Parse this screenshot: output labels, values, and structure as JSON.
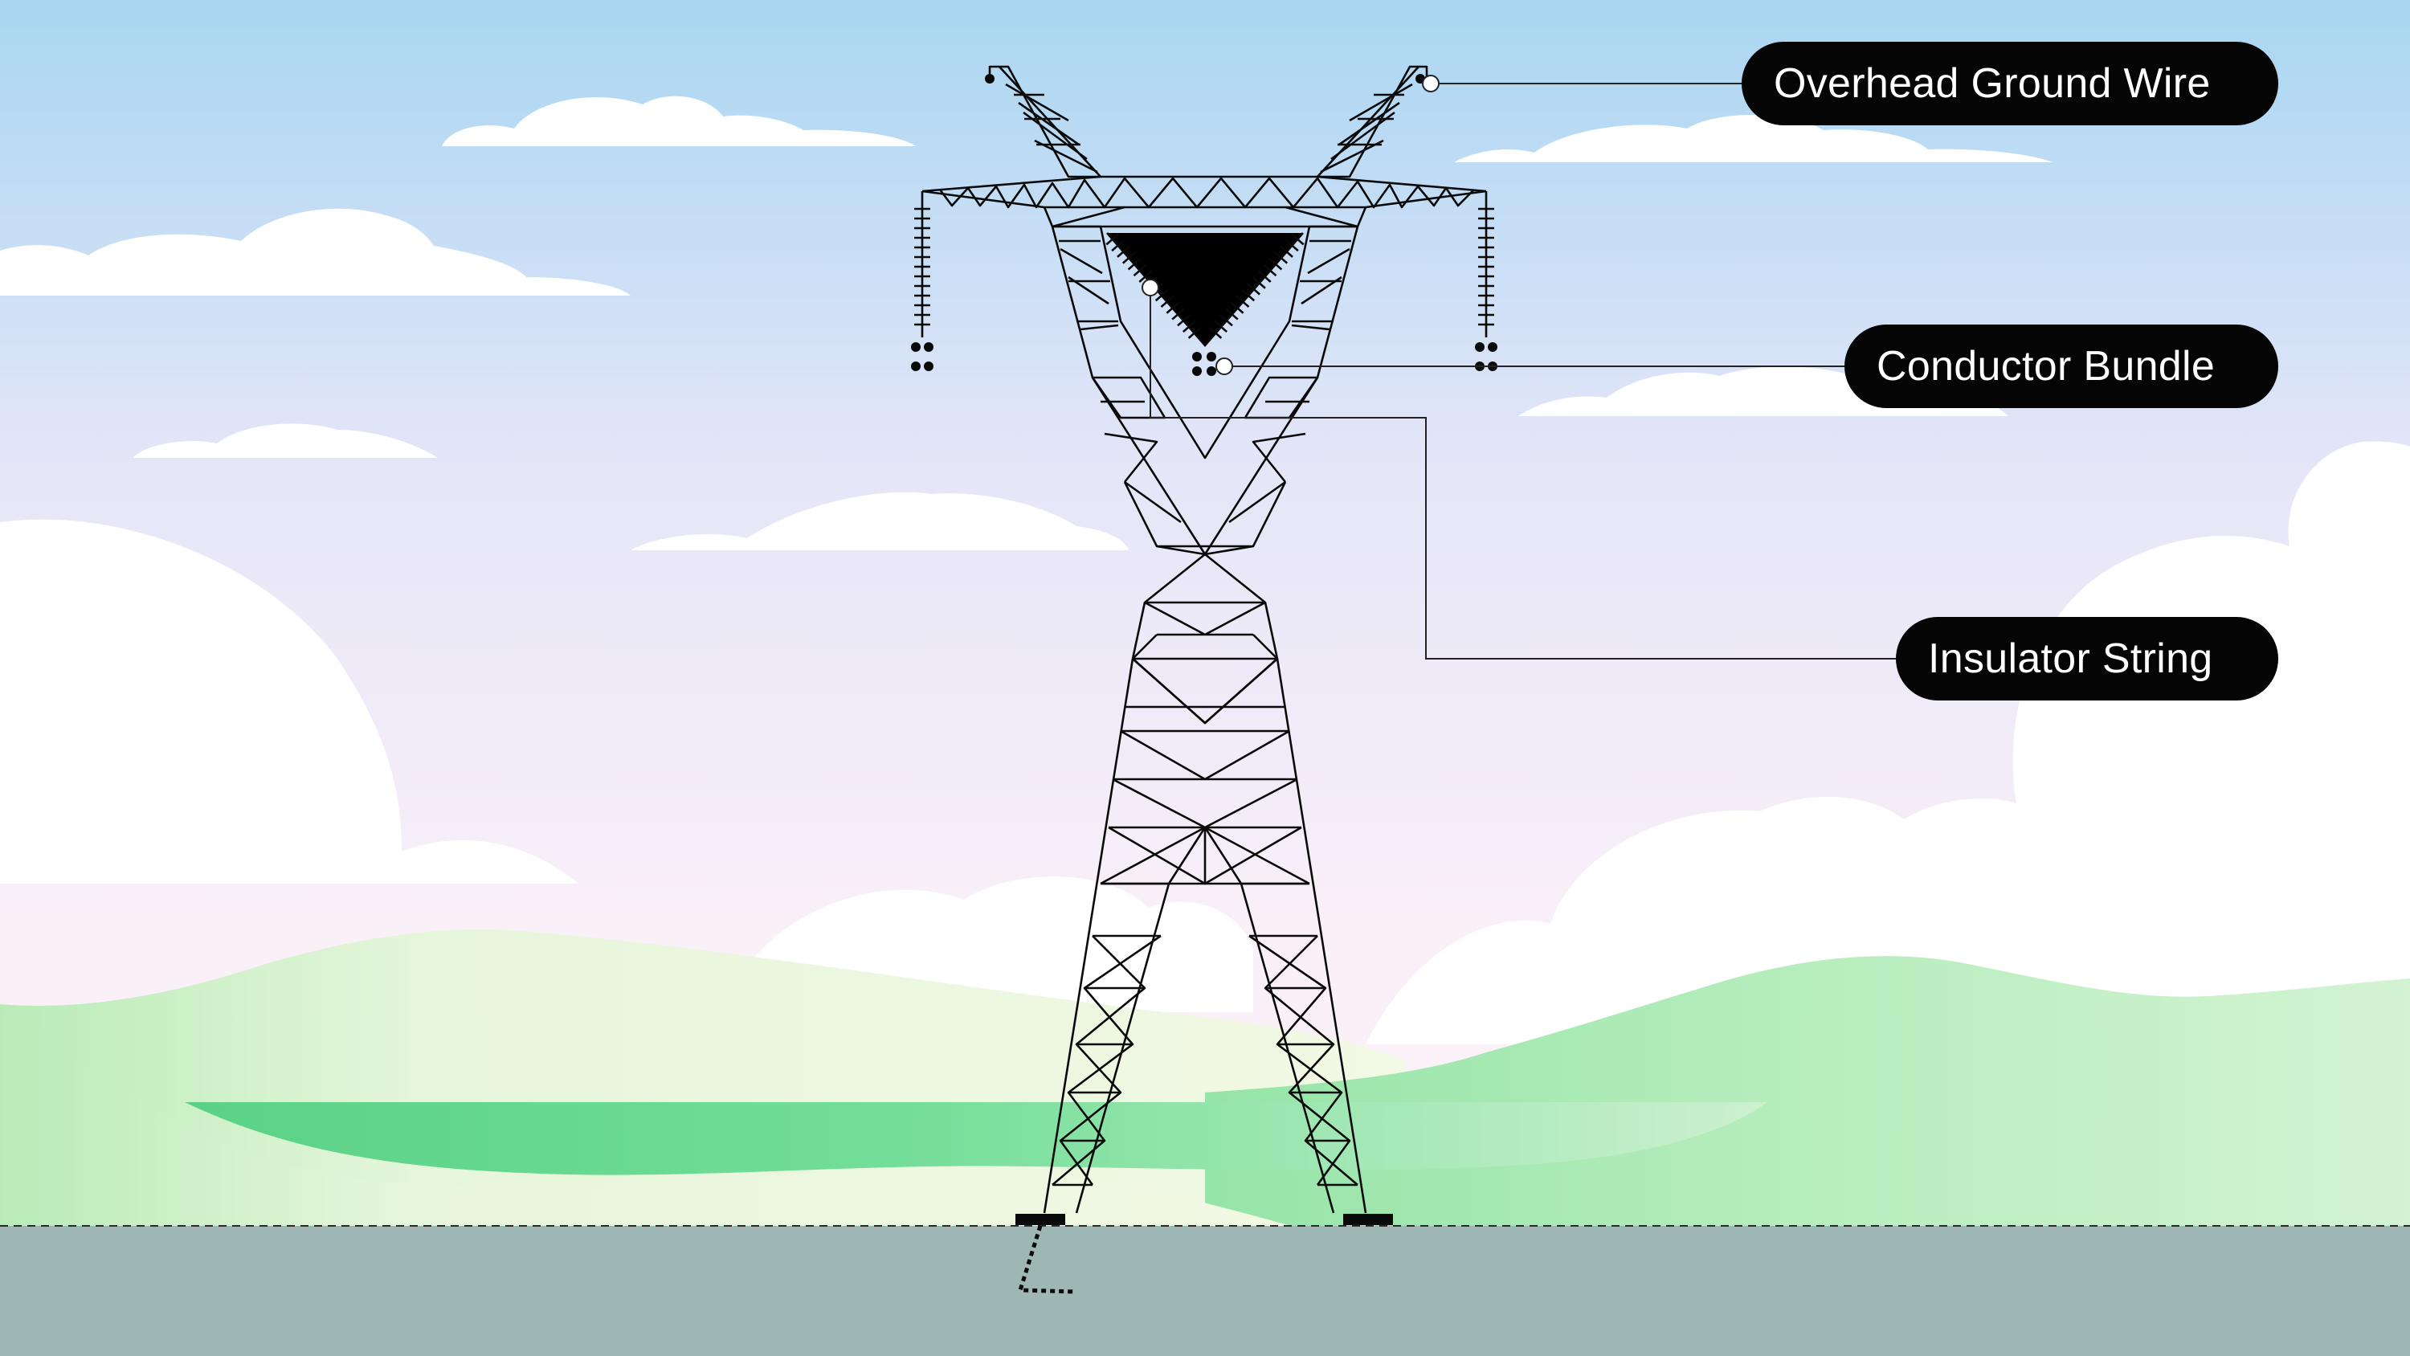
{
  "diagram": {
    "labels": {
      "overhead_ground_wire": "Overhead Ground Wire",
      "conductor_bundle": "Conductor Bundle",
      "insulator_string": "Insulator String"
    },
    "colors": {
      "sky_top": "#a9d6f2",
      "sky_mid": "#ece9f9",
      "sky_bottom": "#faf0f8",
      "cloud": "#ffffff",
      "hill_light": "#eef7df",
      "hill_green": "#5fd88a",
      "hill_pale": "#c9efcb",
      "ground": "#9eb7b4",
      "line": "#0a0a0a",
      "pill": "#050505",
      "pill_text": "#ffffff"
    }
  }
}
